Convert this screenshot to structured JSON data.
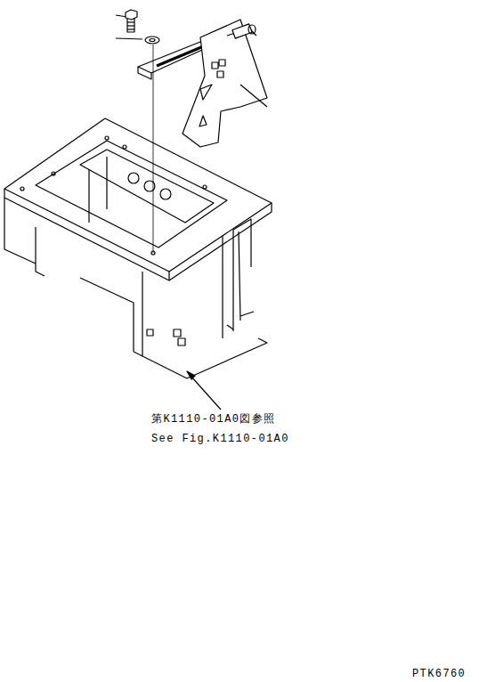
{
  "diagram": {
    "labels": [
      "第K1110-01A0図参照",
      "See Fig.K1110-01A0",
      "PTK6760"
    ]
  }
}
